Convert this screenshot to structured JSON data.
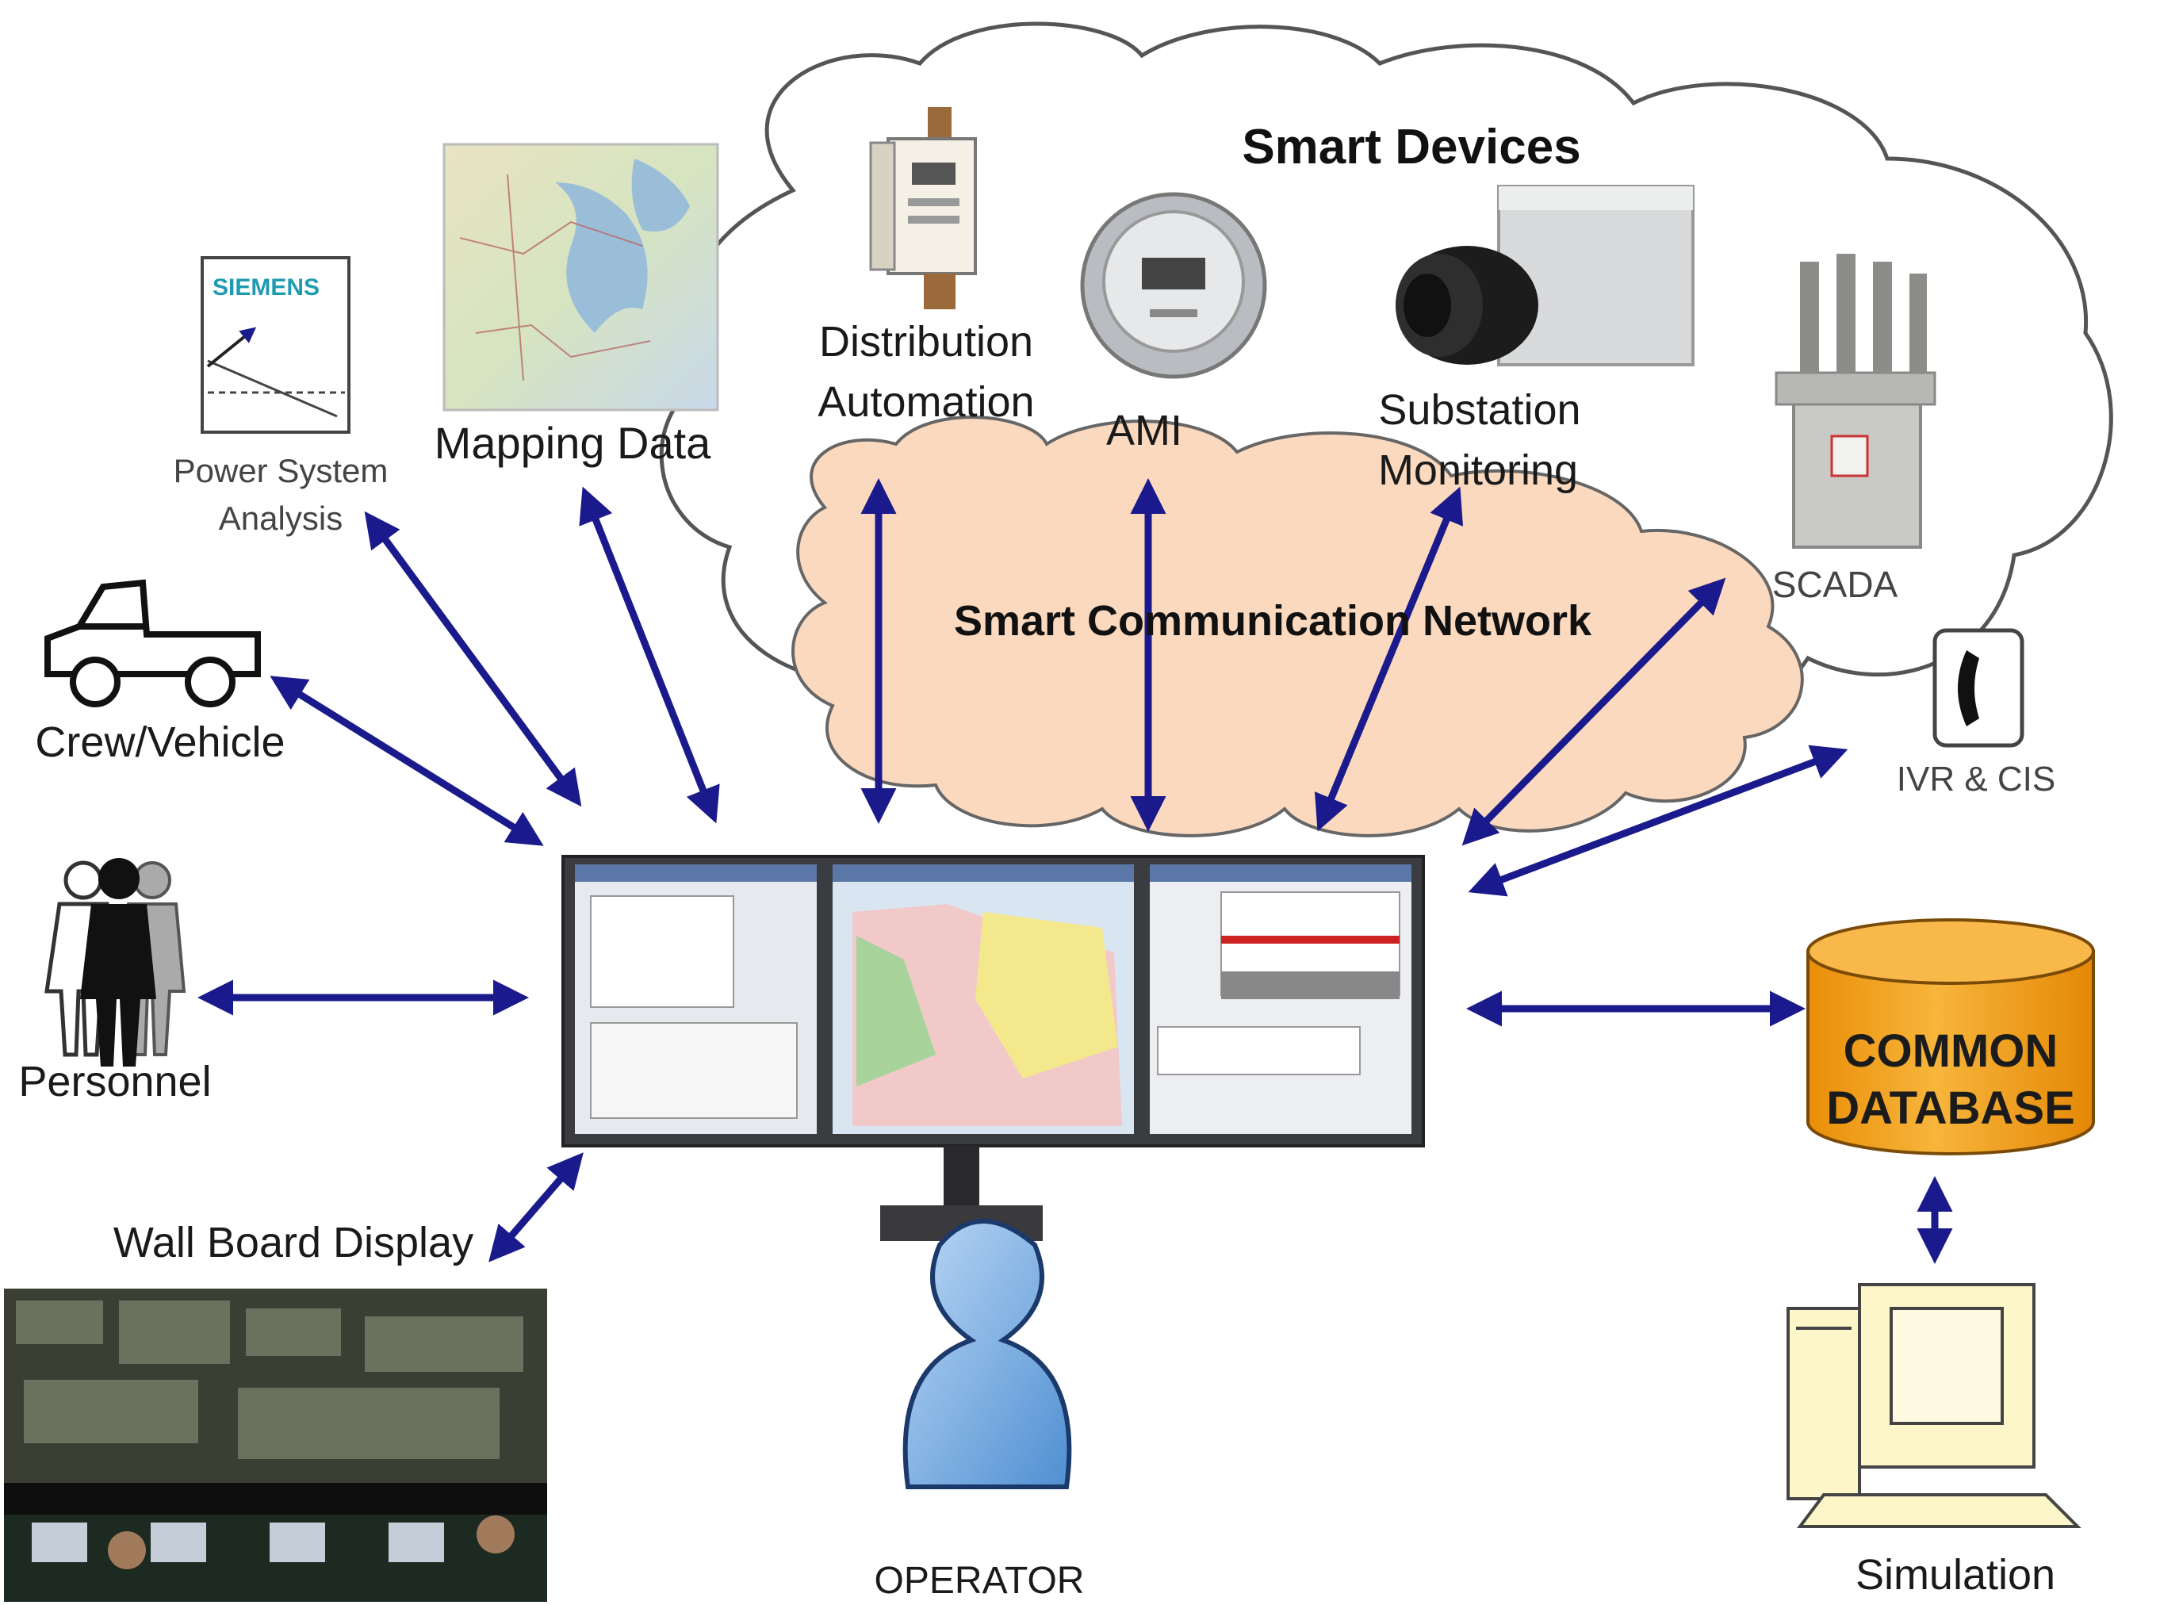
{
  "labels": {
    "smart_devices": "Smart Devices",
    "smart_network": "Smart Communication Network",
    "distribution_automation_1": "Distribution",
    "distribution_automation_2": "Automation",
    "ami": "AMI",
    "substation_1": "Substation",
    "substation_2": "Monitoring",
    "scada": "SCADA",
    "ivr_cis": "IVR & CIS",
    "mapping_data": "Mapping Data",
    "power_system_1": "Power System",
    "power_system_2": "Analysis",
    "siemens": "SIEMENS",
    "crew_vehicle": "Crew/Vehicle",
    "personnel": "Personnel",
    "wall_board": "Wall Board Display",
    "operator": "OPERATOR",
    "common_database_1": "COMMON",
    "common_database_2": "DATABASE",
    "simulation": "Simulation"
  },
  "colors": {
    "arrow": "#1a1a8c",
    "network_cloud": "#fbd9bf",
    "devices_cloud": "#ffffff",
    "database": "#f4a41c",
    "operator": "#7fb2e5",
    "simulation_pc": "#fdf6c8"
  },
  "icons": [
    "siemens-chart-icon",
    "map-icon",
    "truck-icon",
    "personnel-icon",
    "monitor-icon",
    "operator-icon",
    "database-icon",
    "computer-icon",
    "phone-icon",
    "meter-icon",
    "camera-icon",
    "recloser-icon",
    "distribution-box-icon",
    "control-room-photo"
  ]
}
